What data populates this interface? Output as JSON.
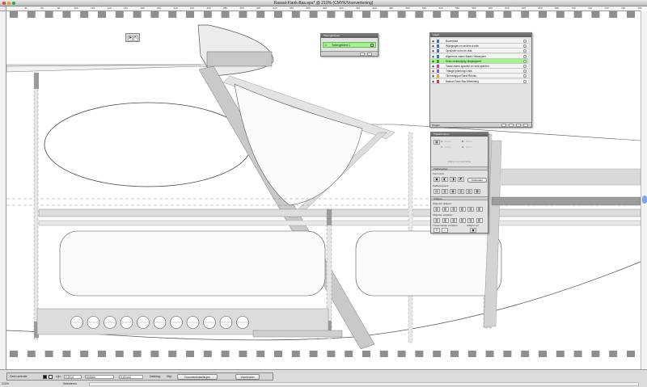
{
  "window": {
    "title": "Rassal-Flank-Bas.eps* @ 210% (CMYK/Voorvertoning)"
  },
  "ruler": {
    "top_labels": [
      "40",
      "60",
      "80",
      "100",
      "120",
      "140",
      "160",
      "180",
      "200",
      "220",
      "240",
      "260",
      "280",
      "300",
      "320",
      "340",
      "360",
      "380",
      "400",
      "420",
      "440",
      "460",
      "480",
      "500",
      "520",
      "540",
      "560",
      "580",
      "600",
      "620",
      "640",
      "660",
      "680",
      "700",
      "720",
      "740",
      "760",
      "780"
    ]
  },
  "tekengebieden_panel": {
    "title": "Tekengebieden",
    "item_number": "1",
    "item_label": "Tekengebied 1"
  },
  "lagen_panel": {
    "title": "Lagen",
    "count_label": "8 lagen",
    "layers": [
      {
        "name": "Bovenblad",
        "color": "#3b6bd9",
        "selected": false
      },
      {
        "name": "Wijzigingen en andere doekn",
        "color": "#3b6bd9",
        "selected": false
      },
      {
        "name": "Opvlinder vorm en vlak",
        "color": "#3b6bd9",
        "selected": false
      },
      {
        "name": "Algemene zaken Basis Ontwerpder",
        "color": "#3b6bd9",
        "selected": false
      },
      {
        "name": "Extra versteviging vliegtuigwert",
        "color": "#2fa52a",
        "selected": true
      },
      {
        "name": "Totaal zaken spanten en stuk spanten",
        "color": "#d63c9a",
        "selected": false
      },
      {
        "name": "Triangel planning Links",
        "color": "#8a5bd6",
        "selected": false
      },
      {
        "name": "Timmerapput Rand Rechts",
        "color": "#e3a319",
        "selected": false
      },
      {
        "name": "Basisvl Flank Bas Afbeelding",
        "color": "#d63c3c",
        "selected": false
      }
    ]
  },
  "transform_panel": {
    "title": "Transformeren",
    "x_label": "X:",
    "x_value": "0 mm",
    "y_label": "Y:",
    "y_value": "0 mm",
    "b_label": "B:",
    "b_value": "0 mm",
    "h_label": "H:",
    "h_value": "0 mm",
    "note": "Uitlijnen op pixelraster",
    "padbewerker_title": "Padbewerker",
    "vormmodi": "Vormmodi:",
    "uitbreiden": "Uitbreiden",
    "padbewerkers": "Padbewerkers:",
    "uitlijnen_title": "Uitlijnen",
    "objecten_uitlijnen": "Objecten uitlijnen:",
    "objecten_verdelen": "Objecten verdelen:",
    "tussenruimte": "Tussenruimte verdelen:",
    "uitlijnen_op": "Uitlijnen op:"
  },
  "controlbar": {
    "selection_label": "Geen selectie",
    "stroke_label": "Lijn:",
    "stroke_value": "0,25 pt",
    "profile_value": "Uniform",
    "brush_value": "5 pt rond",
    "opacity_label": "Dekking:",
    "style_label": "Stijl:",
    "document_settings_button": "Documentinstellingen",
    "preferences_button": "Voorkeuren"
  },
  "statusbar": {
    "zoom": "210%",
    "text": "Selecteren"
  },
  "colors": {
    "accent": "#9ff48a",
    "panel": "#e2e2e2",
    "drawing_gray": "#b5b5b5"
  }
}
